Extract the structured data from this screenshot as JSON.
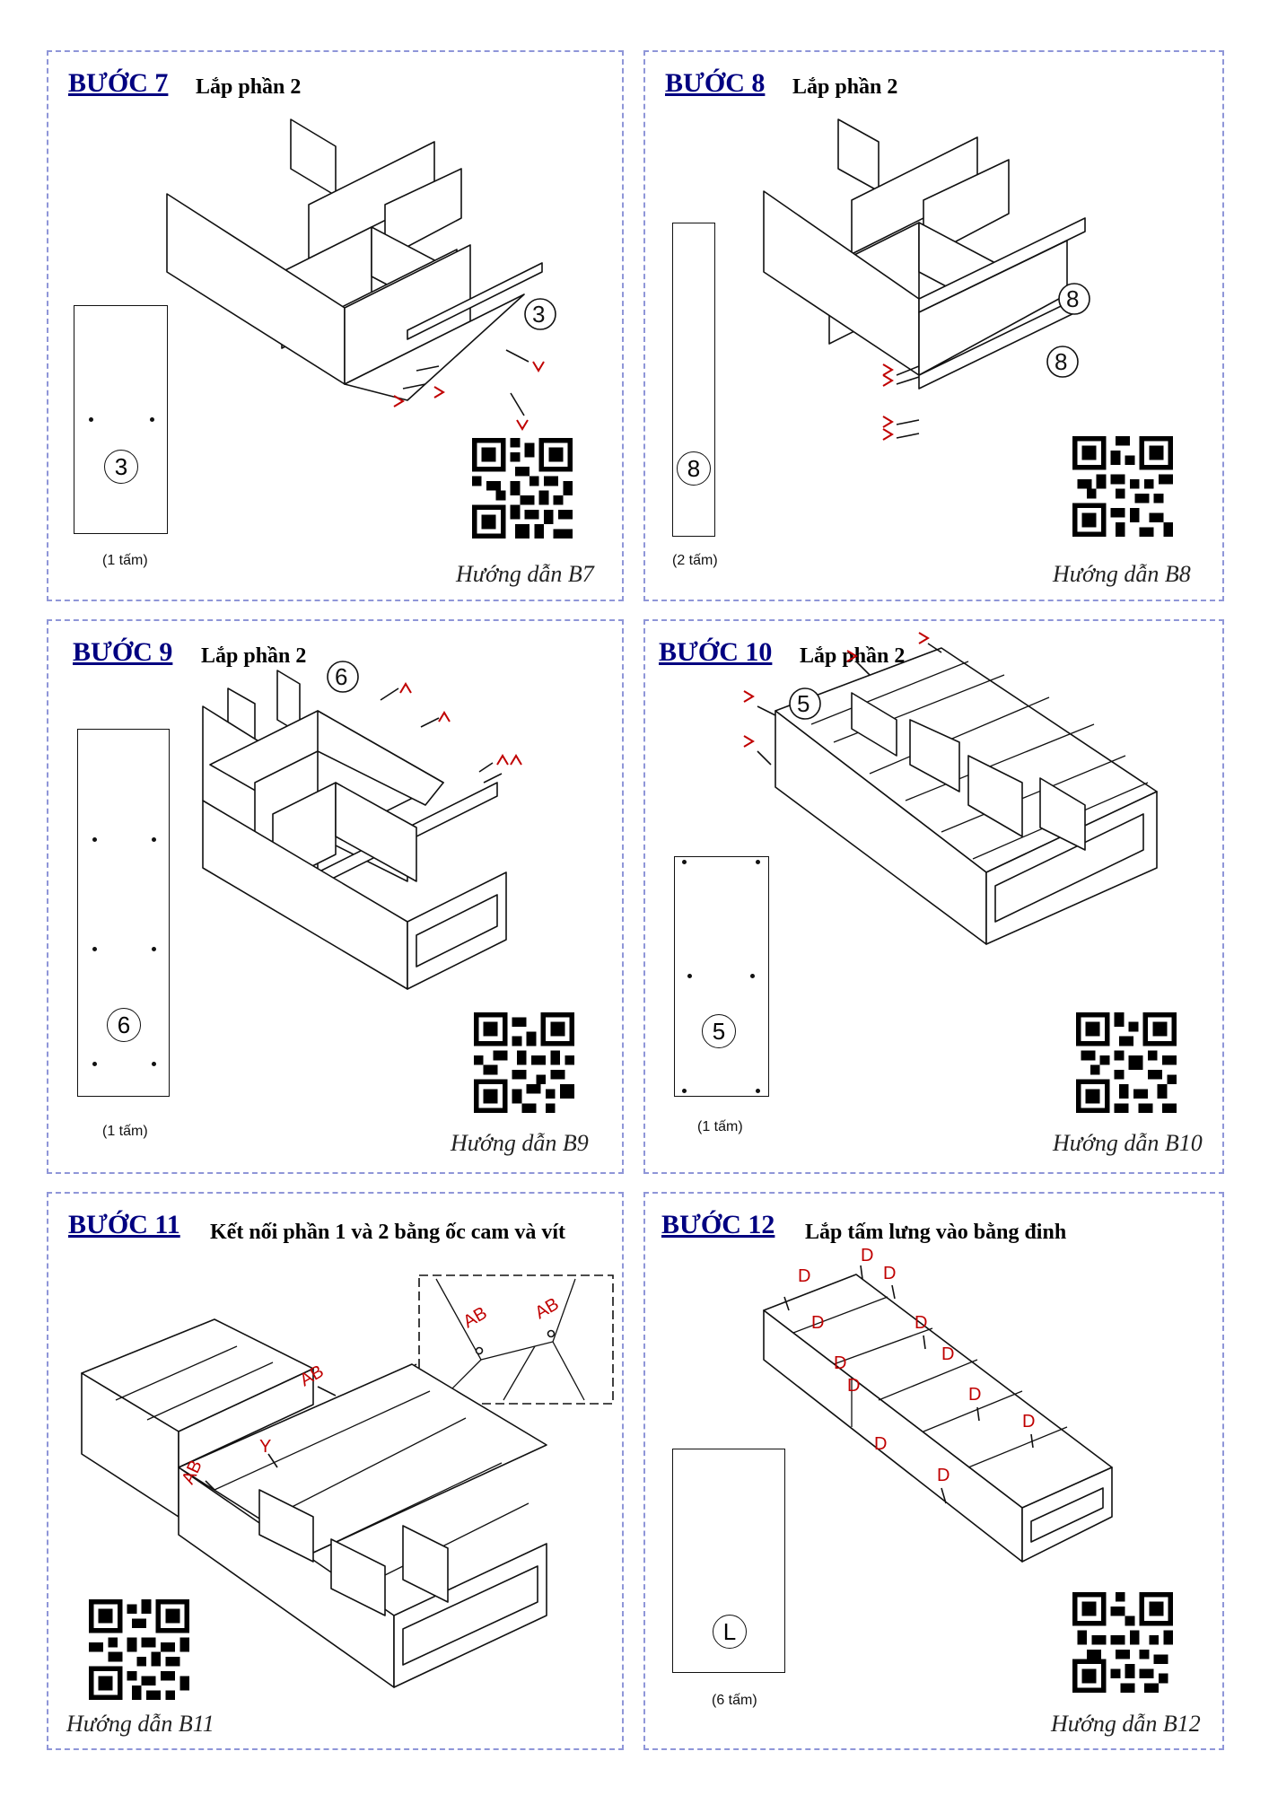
{
  "steps": [
    {
      "title": "BƯỚC 7",
      "subtitle": "Lắp phần 2",
      "part": "3",
      "count": "(1 tấm)",
      "guide": "Hướng dẫn B7"
    },
    {
      "title": "BƯỚC 8",
      "subtitle": "Lắp phần 2",
      "part": "8",
      "count": "(2 tấm)",
      "guide": "Hướng dẫn B8"
    },
    {
      "title": "BƯỚC 9",
      "subtitle": "Lắp phần 2",
      "part": "6",
      "count": "(1 tấm)",
      "guide": "Hướng dẫn B9"
    },
    {
      "title": "BƯỚC 10",
      "subtitle": "Lắp phần 2",
      "part": "5",
      "count": "(1 tấm)",
      "guide": "Hướng dẫn B10"
    },
    {
      "title": "BƯỚC 11",
      "subtitle": "Kết nối phần 1 và 2 bằng ốc cam và vít",
      "part": "",
      "count": "",
      "guide": "Hướng dẫn B11"
    },
    {
      "title": "BƯỚC 12",
      "subtitle": "Lắp tấm lưng vào bằng đinh",
      "part": "L",
      "count": "(6 tấm)",
      "guide": "Hướng dẫn B12"
    }
  ],
  "illustration_labels": {
    "step7_part": "3",
    "step8_part_a": "8",
    "step8_part_b": "8",
    "step9_part": "6",
    "step10_part": "5",
    "fastener_y": "Y",
    "fastener_ab": "AB",
    "fastener_d": "D"
  }
}
